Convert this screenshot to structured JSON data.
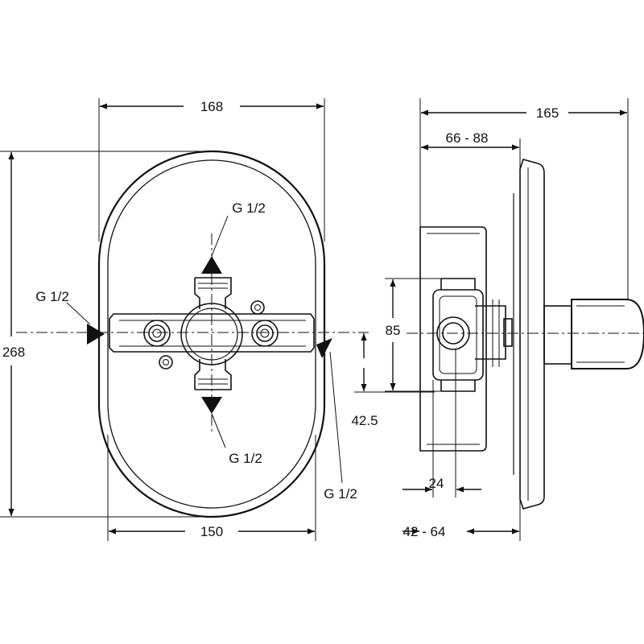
{
  "front_view": {
    "dim_width": "168",
    "dim_height": "268",
    "dim_base": "150",
    "dim_offset": "42.5",
    "port_top": "G 1/2",
    "port_left": "G 1/2",
    "port_bottom": "G 1/2",
    "port_right": "G 1/2"
  },
  "side_view": {
    "dim_total_depth": "165",
    "dim_range_top": "66 - 88",
    "dim_height": "85",
    "dim_small": "24",
    "dim_range_bottom": "42 - 64"
  },
  "colors": {
    "line": "#111111",
    "background": "#ffffff"
  }
}
